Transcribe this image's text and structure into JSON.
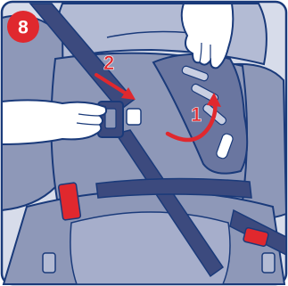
{
  "step_badge": {
    "number": "8",
    "color": "#e0282e"
  },
  "callouts": [
    {
      "label": "1"
    },
    {
      "label": "2"
    }
  ],
  "colors": {
    "frame": "#1a3a7a",
    "seat": "#8e98b8",
    "seat_light": "#b3bbd4",
    "seat_dark": "#5e6a94",
    "strap": "#3c4a7e",
    "arrow": "#e0282e",
    "hand": "#ffffff"
  }
}
